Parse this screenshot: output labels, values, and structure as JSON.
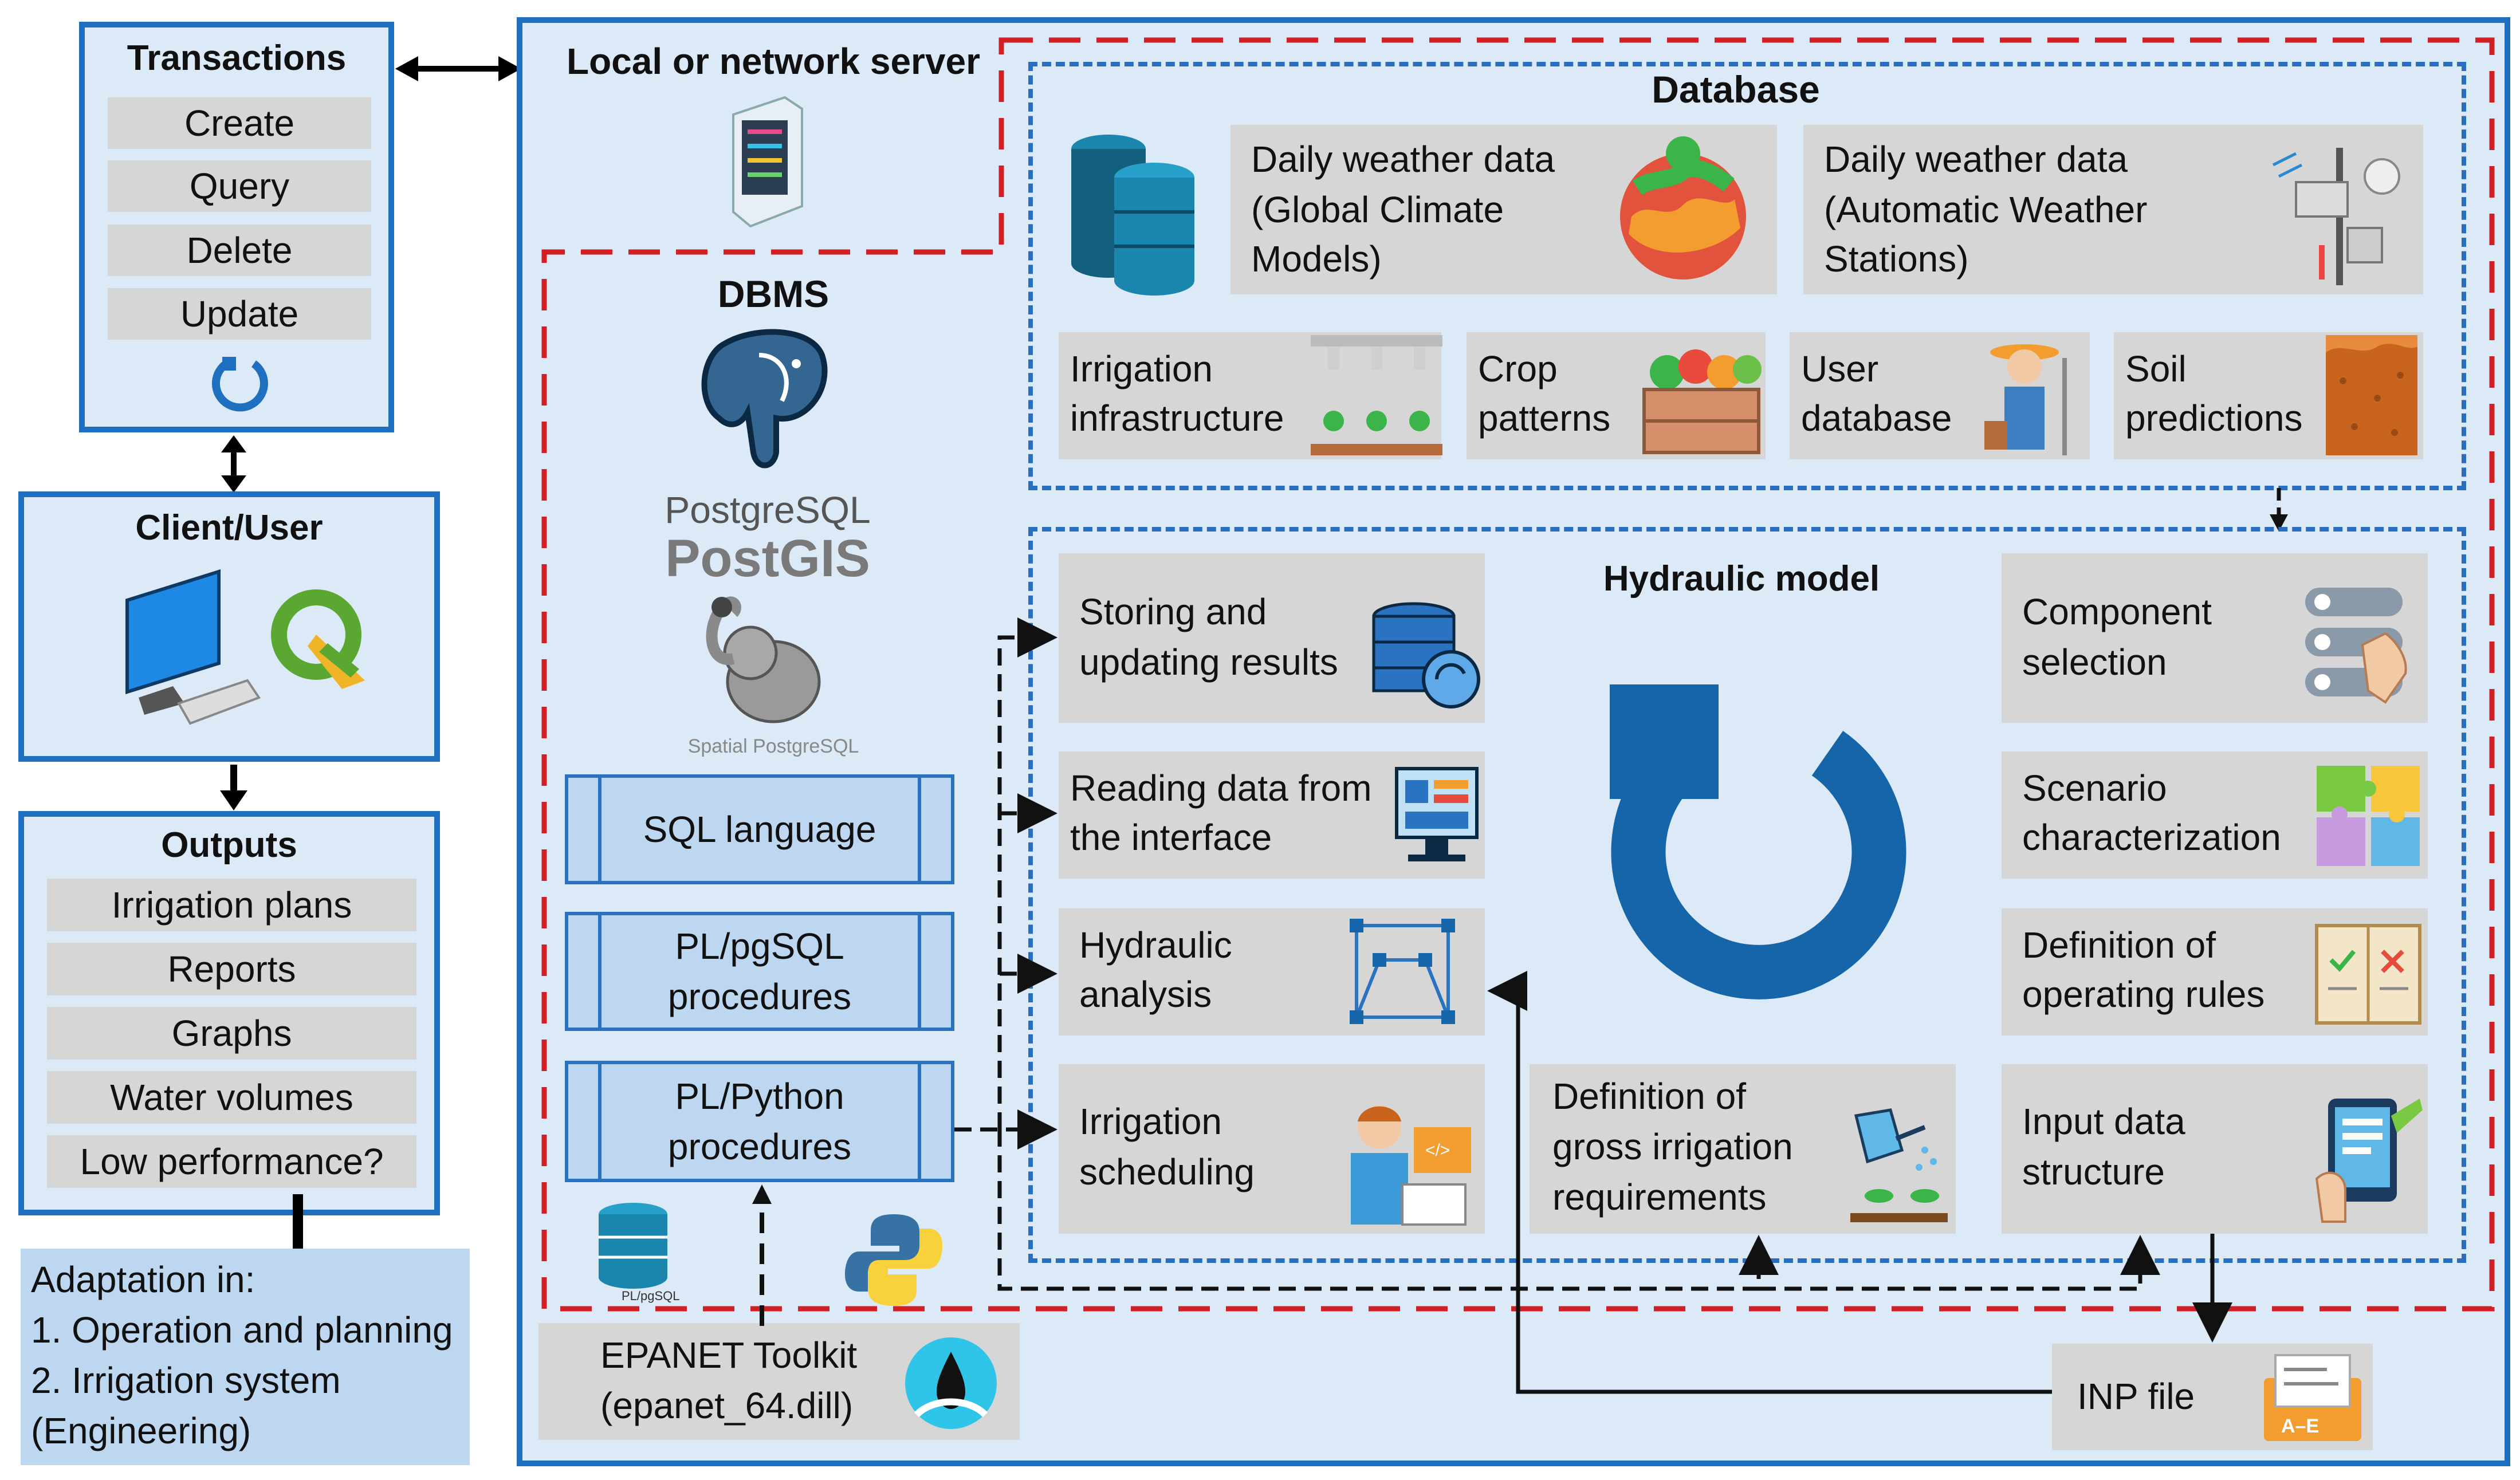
{
  "transactions": {
    "title": "Transactions",
    "items": [
      "Create",
      "Query",
      "Delete",
      "Update"
    ]
  },
  "client": {
    "title": "Client/User"
  },
  "outputs": {
    "title": "Outputs",
    "items": [
      "Irrigation plans",
      "Reports",
      "Graphs",
      "Water volumes",
      "Low performance?"
    ]
  },
  "adaptation": {
    "lines": [
      "Adaptation in:",
      "1. Operation and planning",
      "2. Irrigation system",
      "(Engineering)"
    ]
  },
  "server": {
    "title": "Local or network server"
  },
  "dbms": {
    "title": "DBMS",
    "postgresql_label": "PostgreSQL",
    "postgis_label": "PostGIS",
    "spatial_label": "Spatial PostgreSQL",
    "pgsql_icon_label": "PL/pgSQL",
    "procedures": [
      {
        "line1": "SQL language",
        "line2": ""
      },
      {
        "line1": "PL/pgSQL",
        "line2": "procedures"
      },
      {
        "line1": "PL/Python",
        "line2": "procedures"
      }
    ]
  },
  "epanet": {
    "line1": "EPANET Toolkit",
    "line2": "(epanet_64.dill)"
  },
  "database": {
    "title": "Database",
    "weather": [
      {
        "line1": "Daily weather data",
        "line2": "(Global Climate",
        "line3": "Models)"
      },
      {
        "line1": "Daily weather data",
        "line2": "(Automatic Weather",
        "line3": "Stations)"
      }
    ],
    "small": [
      {
        "line1": "Irrigation",
        "line2": "infrastructure"
      },
      {
        "line1": "Crop",
        "line2": "patterns"
      },
      {
        "line1": "User",
        "line2": "database"
      },
      {
        "line1": "Soil",
        "line2": "predictions"
      }
    ]
  },
  "hydraulic": {
    "title": "Hydraulic model",
    "left": [
      {
        "line1": "Storing and",
        "line2": "updating results"
      },
      {
        "line1": "Reading data from",
        "line2": "the interface"
      },
      {
        "line1": "Hydraulic",
        "line2": "analysis"
      },
      {
        "line1": "Irrigation",
        "line2": "scheduling"
      }
    ],
    "right": [
      {
        "line1": "Component",
        "line2": "selection"
      },
      {
        "line1": "Scenario",
        "line2": "characterization"
      },
      {
        "line1": "Definition of",
        "line2": "operating rules"
      },
      {
        "line1": "Input data",
        "line2": "structure"
      }
    ],
    "gross": {
      "line1": "Definition of",
      "line2": "gross irrigation",
      "line3": "requirements"
    }
  },
  "inp": {
    "label": "INP file",
    "icon_label": "A–E"
  },
  "icons": [
    "refresh-icon",
    "computer-icon",
    "qgis-icon",
    "server-icon",
    "database-cylinder-icon",
    "earth-climate-icon",
    "weather-station-icon",
    "sprinkler-icon",
    "crops-crate-icon",
    "farmer-icon",
    "soil-icon",
    "postgresql-elephant-icon",
    "postgis-elephant-icon",
    "database-sync-icon",
    "interface-icon",
    "network-graph-icon",
    "engineer-icon",
    "toggle-hand-icon",
    "puzzle-icon",
    "checklist-icon",
    "watering-icon",
    "tablet-icon",
    "python-icon",
    "water-drop-icon",
    "folder-icon"
  ],
  "colors": {
    "box_border": "#1f6fc0",
    "box_fill": "#dce9f6",
    "red_dash": "#d11f26",
    "blue_dash": "#2a6fbd",
    "cell_grey": "#d6d6d6",
    "loop_blue": "#1565a8"
  }
}
